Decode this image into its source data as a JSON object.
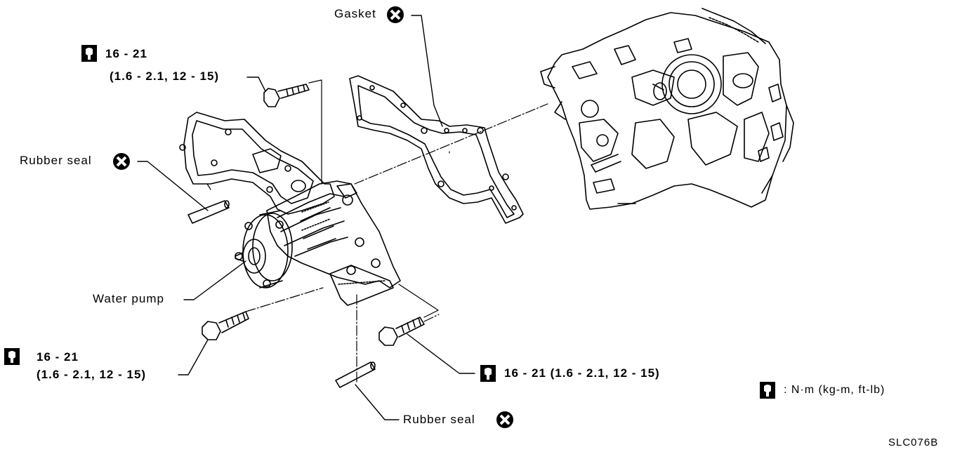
{
  "labels": {
    "gasket": "Gasket",
    "rubber_seal_left": "Rubber seal",
    "rubber_seal_bottom": "Rubber seal",
    "water_pump": "Water pump"
  },
  "torque_top": {
    "line1": "16 - 21",
    "line2": "(1.6 - 2.1, 12 - 15)"
  },
  "torque_left": {
    "line1": "16 - 21",
    "line2": "(1.6 - 2.1, 12 - 15)"
  },
  "torque_right": {
    "text": "16 - 21 (1.6 - 2.1, 12 - 15)"
  },
  "legend": {
    "text": ": N·m (kg-m, ft-lb)"
  },
  "figure_code": "SLC076B",
  "icons": [
    "torque-wrench-icon",
    "replace-part-x-icon"
  ],
  "colors": {
    "line": "#000000",
    "background": "#ffffff"
  }
}
